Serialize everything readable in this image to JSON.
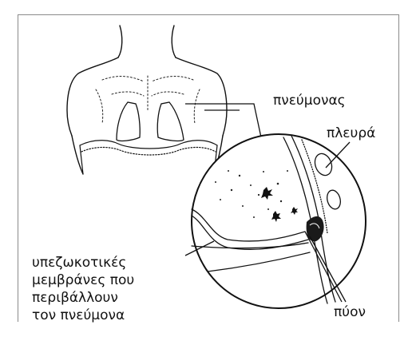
{
  "labels": {
    "lung": "πνεύμονας",
    "rib": "πλευρά",
    "pus": "πύον",
    "membranes": [
      "υπεζωκοτικές",
      "μεμβράνες που",
      "περιβάλλουν",
      "τον πνεύμονα"
    ]
  },
  "colors": {
    "ink": "#111111",
    "frame": "#8a8a8a",
    "background": "#ffffff"
  }
}
